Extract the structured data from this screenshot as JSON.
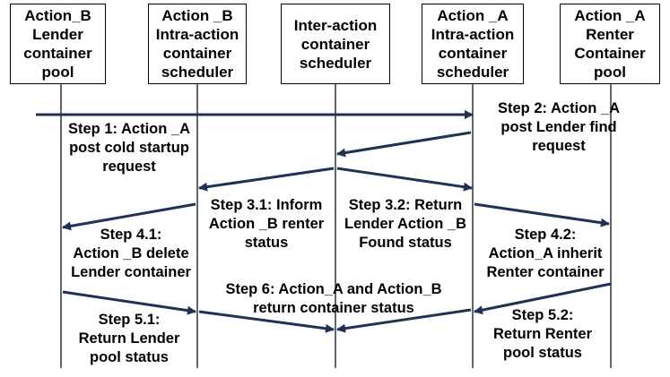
{
  "participants": [
    {
      "id": "lender_pool",
      "label": "Action_B\nLender\ncontainer\npool"
    },
    {
      "id": "b_scheduler",
      "label": "Action _B\nIntra-action\ncontainer\nscheduler"
    },
    {
      "id": "inter_scheduler",
      "label": "Inter-action\ncontainer\nscheduler"
    },
    {
      "id": "a_scheduler",
      "label": "Action _A\nIntra-action\ncontainer\nscheduler"
    },
    {
      "id": "renter_pool",
      "label": "Action _A\nRenter\nContainer\npool"
    }
  ],
  "steps": [
    {
      "id": "step1",
      "label": "Step 1: Action _A\npost cold startup\nrequest"
    },
    {
      "id": "step2",
      "label": "Step 2: Action _A\npost Lender find\nrequest"
    },
    {
      "id": "step31",
      "label": "Step 3.1: Inform\nAction _B renter\nstatus"
    },
    {
      "id": "step32",
      "label": "Step 3.2: Return\nLender Action _B\nFound status"
    },
    {
      "id": "step41",
      "label": "Step 4.1:\nAction _B delete\nLender container"
    },
    {
      "id": "step42",
      "label": "Step 4.2:\nAction_A inherit\nRenter container"
    },
    {
      "id": "step51",
      "label": "Step 5.1:\nReturn Lender\npool status"
    },
    {
      "id": "step52",
      "label": "Step 5.2:\nReturn Renter\npool status"
    },
    {
      "id": "step6",
      "label": "Step 6: Action_A and Action_B\nreturn container status"
    }
  ],
  "colors": {
    "arrow": "#1f3154",
    "line": "#000000"
  }
}
